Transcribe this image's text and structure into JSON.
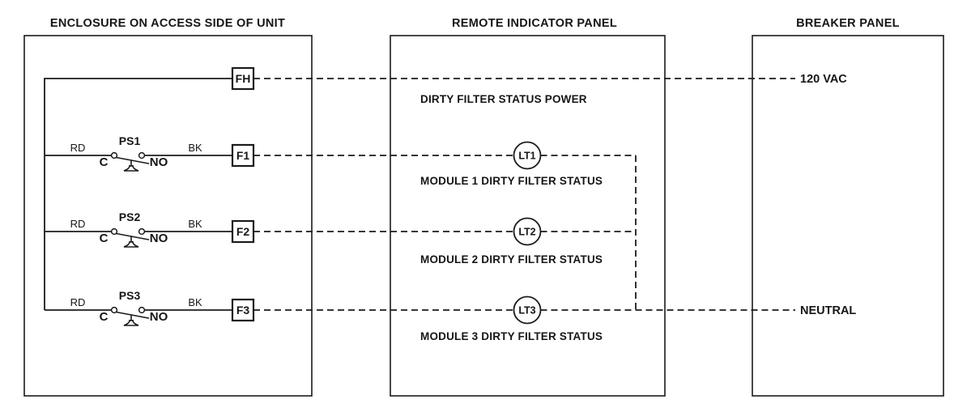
{
  "panels": {
    "enclosure": {
      "title": "ENCLOSURE ON ACCESS SIDE OF UNIT"
    },
    "remote": {
      "title": "REMOTE INDICATOR PANEL"
    },
    "breaker": {
      "title": "BREAKER PANEL"
    }
  },
  "power_line": {
    "fuse_holder": "FH",
    "source": "120 VAC",
    "label": "DIRTY FILTER STATUS POWER"
  },
  "neutral_line": {
    "label": "NEUTRAL"
  },
  "rows": [
    {
      "wire_in": "RD",
      "switch": "PS1",
      "common": "C",
      "contact": "NO",
      "wire_out": "BK",
      "fuse": "F1",
      "lamp": "LT1",
      "status": "MODULE 1 DIRTY FILTER STATUS"
    },
    {
      "wire_in": "RD",
      "switch": "PS2",
      "common": "C",
      "contact": "NO",
      "wire_out": "BK",
      "fuse": "F2",
      "lamp": "LT2",
      "status": "MODULE 2 DIRTY FILTER STATUS"
    },
    {
      "wire_in": "RD",
      "switch": "PS3",
      "common": "C",
      "contact": "NO",
      "wire_out": "BK",
      "fuse": "F3",
      "lamp": "LT3",
      "status": "MODULE 3 DIRTY FILTER STATUS"
    }
  ],
  "colors": {
    "ink": "#1b1b1b",
    "background": "#ffffff"
  }
}
